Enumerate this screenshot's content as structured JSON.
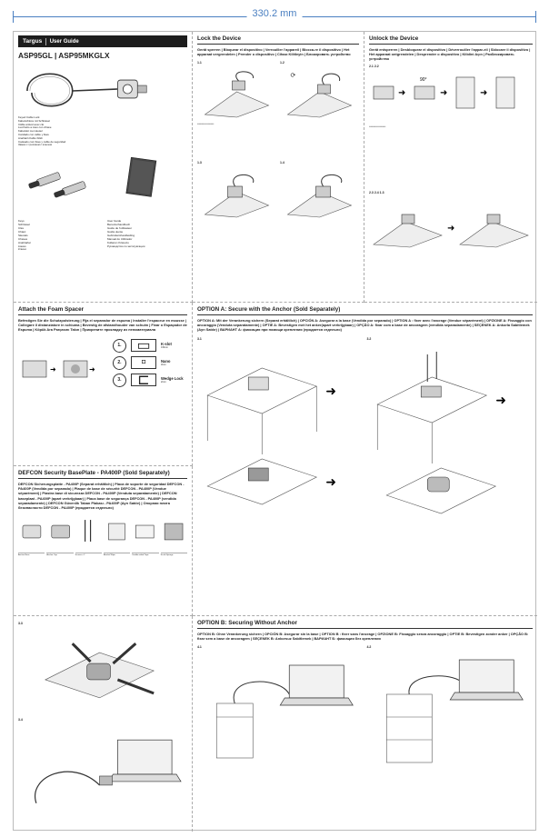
{
  "dimension_label": "330.2 mm",
  "cover": {
    "brand": "Targus",
    "guide": "User Guide",
    "models": "ASP95GL | ASP95MKGLX",
    "cable_lock_names": [
      "Keyed Cable Lock",
      "Kabelschloss mit Schlüssel",
      "Câble antivol avec clé",
      "Lucchetto a cavo con chiave",
      "Kabelslot met sleutel",
      "Candado con cable y llave",
      "Anahtarlı Kablo Kilidi",
      "Cadeado com llave y cable de seguridad",
      "Замок с тросиком с ключом"
    ],
    "keys_names": [
      "Keys",
      "Schlüssel",
      "Clés",
      "Chiavi",
      "Sleutels",
      "Chaves",
      "Anahtarlar",
      "Llaves",
      "Ключи"
    ],
    "guide_names": [
      "User Guide",
      "Benutzerhandbuch",
      "Guide de l'utilisateur",
      "Guida utente",
      "Gebruikershandleiding",
      "Manual do Utilizador",
      "Kullanıcı Kılavuzu",
      "Руководство по эксплуатации"
    ]
  },
  "lock": {
    "title": "Lock the Device",
    "subtitle": "Gerät sperren | Bloquear el dispositivo | Verrouiller l'appareil | Blocca-re il dispositivo | Het apparaat vergrendelen | Prender o dispositivo | Cihazı Kilitleyin | Блокировать устройство",
    "steps": [
      "1.1",
      "1.2",
      "1.3",
      "1.4"
    ]
  },
  "unlock": {
    "title": "Unlock the Device",
    "subtitle": "Gerät entsperren | Desbloquear el dispositivo | Déverrouiller l'appar-eil | Sblocare il dispositivo | Het apparaat ontgrendelen | Desprender o dispositivo | Kilidini Açın | Разблокировать устройство",
    "steps": [
      "2.1 2.2",
      "2.3 2.4 1.3"
    ]
  },
  "foam": {
    "title": "Attach the Foam Spacer",
    "subtitle": "Befestigen Sie die Schutzpolsterung | Fija el separador de espuma | Installer l'espaceur en mousse | Collegare il distanziatore in schiuma | Bevestig de afstandhouder van schuim | Fixar o Espaçador de Espuma | Köpük Ara Parçasını Takın | Прикрепите прокладку из пеноматериала",
    "slots": [
      {
        "num": "1.",
        "name": "K-slot",
        "measure": "0.8mm"
      },
      {
        "num": "2.",
        "name": "Nano",
        "measure": "3mm"
      },
      {
        "num": "3.",
        "name": "Wedge Lock",
        "measure": "2mm"
      }
    ]
  },
  "baseplate": {
    "title": "DEFCON Security BasePlate - PA400P (Sold Separately)",
    "subtitle": "DEFCON Sicherungsplatte - PA400P (Separat erhältlich) | Placa de soporte de seguridad DEFCON - PA400P (Vendida por separado) | Plaque de base de sécurité DEFCON - PA400P (Vendue séparément) | Piastra base di sicurezza DEFCON - PA400P (Venduta separatamente) | DEFCON baseplaat - PA400P (apart verkrijgbaar) | Placa base de segurança DEFCON - PA400P (vendida separadamente) | DEFCON Güvenlik Taban Plakası - PA400P (Ayrı Satılır) | Опорная плита безопасности DEFCON - PA400P (продается отдельно)",
    "parts": [
      "Anchor Base",
      "Anchor Cap",
      "Screws x 2",
      "Alcohol Wipe",
      "Double-sided Tape",
      "Scrub Sponge"
    ]
  },
  "optionA": {
    "title": "OPTION A: Secure with the Anchor (Sold Separately)",
    "subtitle": "OPTION A: Mit der Verankerung sichern (Separat erhältlich) | OPCIÓN A: Asegurar a la base (Vendida por separado) | OPTION A : fixer avec l'ancrage (Vendue séparément) | OPZIONE A: Fissaggio con ancoraggio (Venduta separatamente) | OPTIE A: Bevestigen met het anker(apart verkrijgbaar) | OPÇÃO A: fixar com a base de ancoragem (vendida separadamente) | SEÇENEK A: Ankorla Sabitlemek (Ayrı Satılır) | ВАРИАНТ А: фиксация при помощи крепления (продается отдельно)",
    "steps": [
      "3.1",
      "3.2"
    ]
  },
  "optionA_cont": {
    "steps": [
      "3.3",
      "3.4"
    ]
  },
  "optionB": {
    "title": "OPTION B: Securing Without Anchor",
    "subtitle": "OPTION B: Ohne Verankerung sichern | OPCIÓN B: Asegurar sin la base | OPTION B : fixer sans l'ancrage | OPZIONE B: Fissaggio senza ancoraggio | OPTIE B: Bevestigen zonder anker | OPÇÃO B: fixar sem a base de ancoragem | SEÇENEK B: Ankorsuz Sabitlemek | ВАРИАНТ Б: фиксация без крепления",
    "steps": [
      "4.1",
      "4.2"
    ]
  }
}
